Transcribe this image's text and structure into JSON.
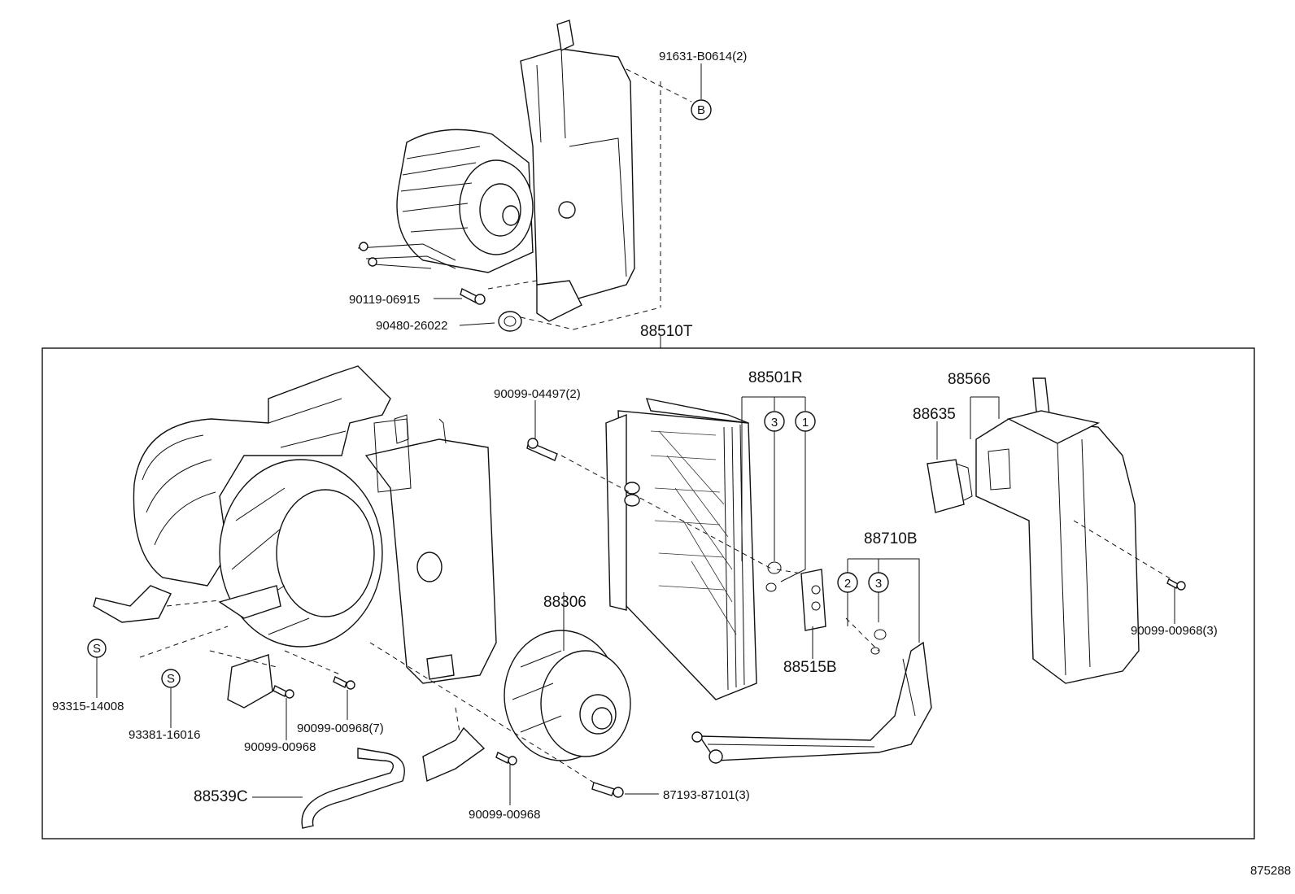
{
  "diagram": {
    "top_assembly": {
      "labels": {
        "bolt_b": "91631-B0614(2)",
        "screw": "90119-06915",
        "grommet": "90480-26022",
        "assembly": "88510T"
      },
      "callout_b": "B"
    },
    "exploded": {
      "labels": {
        "bolt_top": "90099-04497(2)",
        "evaporator": "88501R",
        "case_duct": "88566",
        "resistor": "88635",
        "pipe": "88710B",
        "screw_right": "90099-00968(3)",
        "blower_motor": "88306",
        "expansion_valve": "88515B",
        "clip_s1": "93315-14008",
        "clip_s2": "93381-16016",
        "screw_a": "90099-00968",
        "screw_b": "90099-00968(7)",
        "hose": "88539C",
        "screw_c": "90099-00968",
        "screw_motor": "87193-87101(3)"
      },
      "callouts": {
        "evap_3": "3",
        "evap_1": "1",
        "pipe_2": "2",
        "pipe_3": "3",
        "s1": "S",
        "s2": "S"
      }
    },
    "figure_id": "875288"
  }
}
